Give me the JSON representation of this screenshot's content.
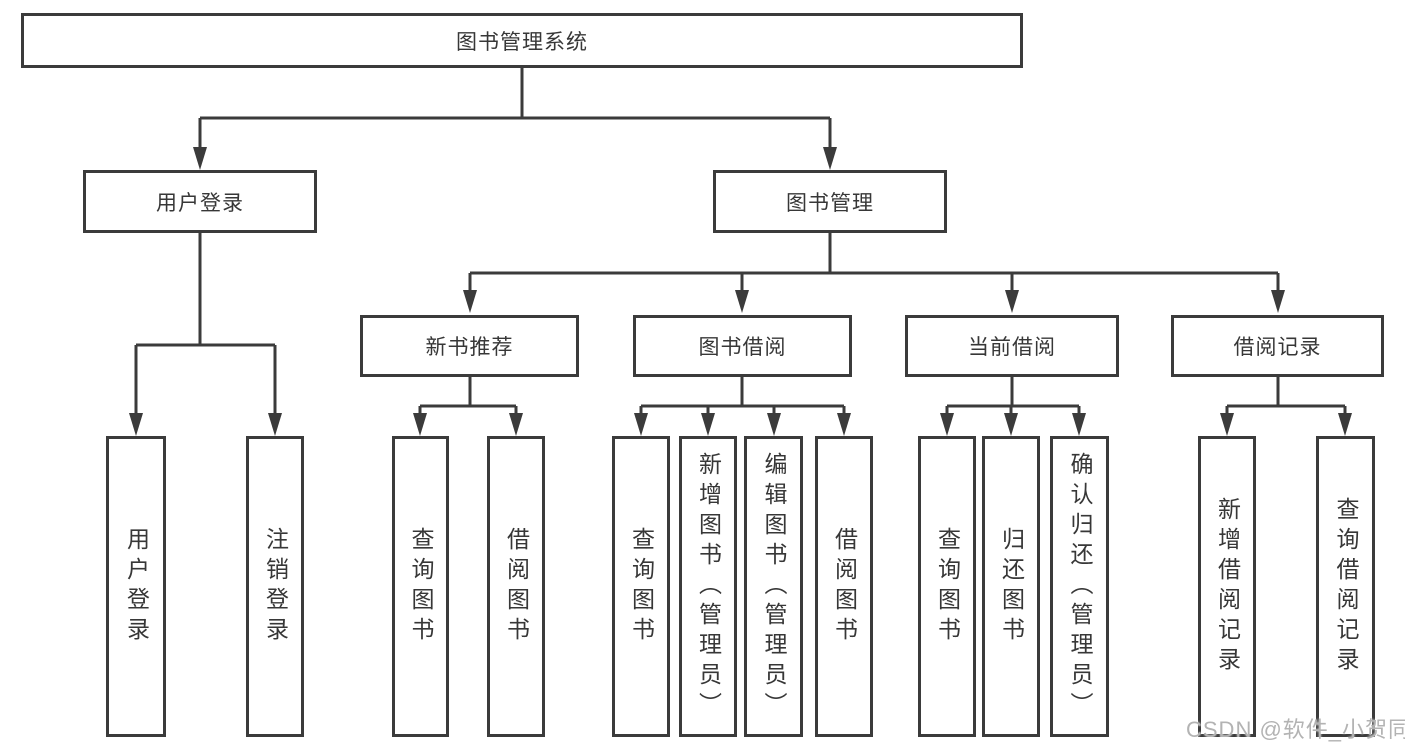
{
  "diagram": {
    "title": "图书管理系统",
    "root": {
      "label": "图书管理系统"
    },
    "level1": [
      {
        "label": "用户登录"
      },
      {
        "label": "图书管理"
      }
    ],
    "level2": [
      {
        "label": "新书推荐",
        "parent": "图书管理"
      },
      {
        "label": "图书借阅",
        "parent": "图书管理"
      },
      {
        "label": "当前借阅",
        "parent": "图书管理"
      },
      {
        "label": "借阅记录",
        "parent": "图书管理"
      }
    ],
    "leaves": [
      {
        "label": "用户登录",
        "parent": "用户登录"
      },
      {
        "label": "注销登录",
        "parent": "用户登录"
      },
      {
        "label": "查询图书",
        "parent": "新书推荐"
      },
      {
        "label": "借阅图书",
        "parent": "新书推荐"
      },
      {
        "label": "查询图书",
        "parent": "图书借阅"
      },
      {
        "label": "新增图书（管理员）",
        "parent": "图书借阅"
      },
      {
        "label": "编辑图书（管理员）",
        "parent": "图书借阅"
      },
      {
        "label": "借阅图书",
        "parent": "图书借阅"
      },
      {
        "label": "查询图书",
        "parent": "当前借阅"
      },
      {
        "label": "归还图书",
        "parent": "当前借阅"
      },
      {
        "label": "确认归还（管理员）",
        "parent": "当前借阅"
      },
      {
        "label": "新增借阅记录",
        "parent": "借阅记录"
      },
      {
        "label": "查询借阅记录",
        "parent": "借阅记录"
      }
    ]
  },
  "watermark": {
    "text": "CSDN @软件_小贺同学"
  },
  "colors": {
    "line": "#3b3b3b",
    "text": "#373737",
    "watermark": "#b3b3b3",
    "background": "#ffffff"
  }
}
